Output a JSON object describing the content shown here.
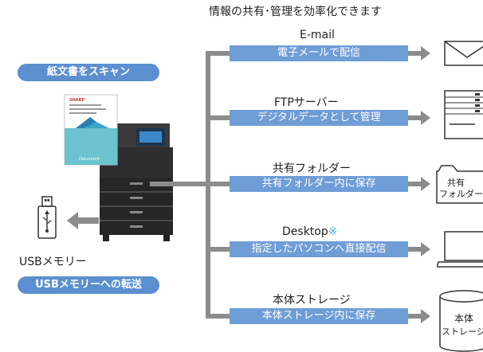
{
  "header": {
    "title": "情報の共有･管理を効率化できます"
  },
  "source": {
    "scan_label": "紙文書をスキャン",
    "paper_brand": "SHARP",
    "paper_caption": "Document"
  },
  "usb": {
    "name": "USBメモリー",
    "transfer_label": "USBメモリーへの転送"
  },
  "destinations": [
    {
      "title": "E-mail",
      "bar": "電子メールで配信",
      "icon": "envelope-icon"
    },
    {
      "title": "FTPサーバー",
      "bar": "デジタルデータとして管理",
      "icon": "server-icon"
    },
    {
      "title": "共有フォルダー",
      "bar": "共有フォルダー内に保存",
      "icon": "folder-icon",
      "icon_text_1": "共有",
      "icon_text_2": "フォルダー"
    },
    {
      "title": "Desktop",
      "title_mark": "※",
      "bar": "指定したパソコンへ直接配信",
      "icon": "laptop-icon"
    },
    {
      "title": "本体ストレージ",
      "bar": "本体ストレージ内に保存",
      "icon": "storage-icon",
      "icon_text_1": "本体",
      "icon_text_2": "ストレージ"
    }
  ],
  "colors": {
    "accent": "#5b8fd0",
    "bar": "#6f9dd6",
    "connector": "#8c8c8c",
    "note": "#4bb6e6"
  }
}
